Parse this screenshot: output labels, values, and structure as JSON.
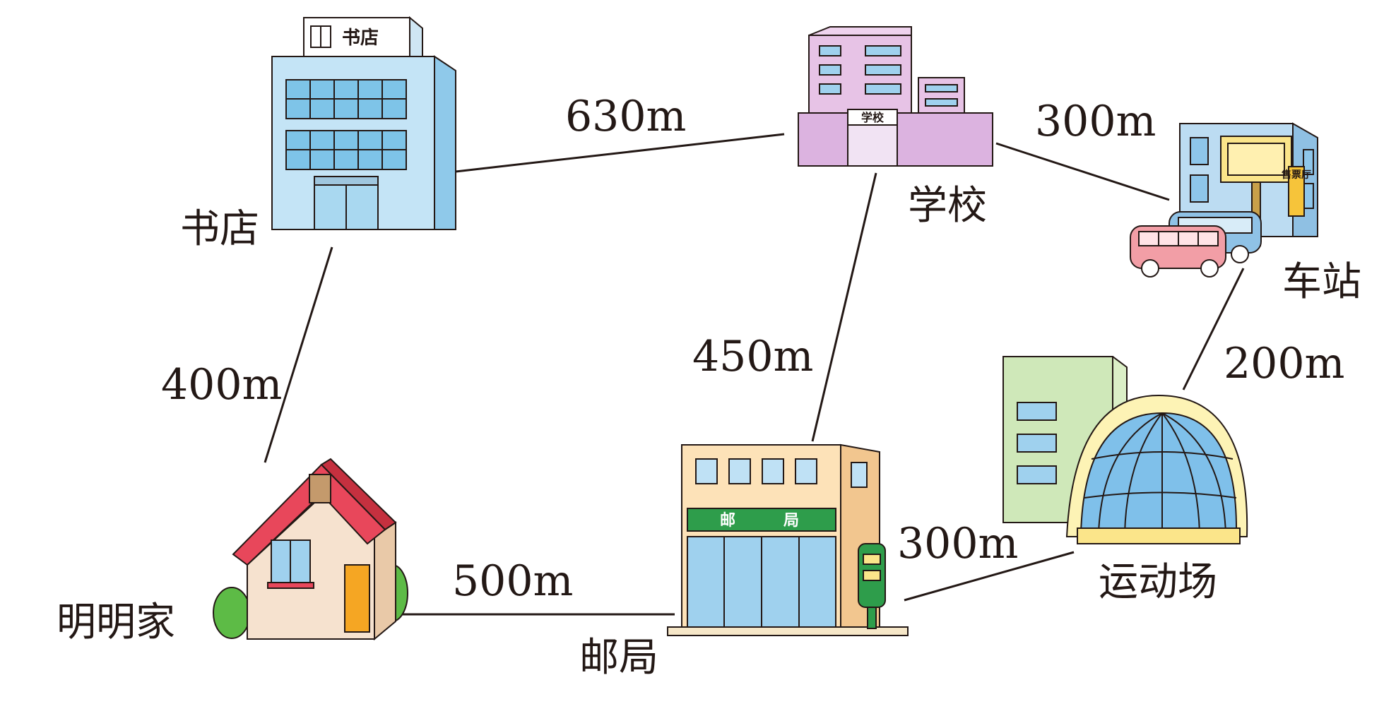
{
  "places": {
    "bookstore": "书店",
    "school": "学校",
    "station": "车站",
    "home": "明明家",
    "post_office": "邮局",
    "stadium": "运动场"
  },
  "signs": {
    "bookstore_sign": "书店",
    "school_sign": "学校",
    "post_office_sign_1": "邮",
    "post_office_sign_2": "局",
    "ticket_hall": "售票厅"
  },
  "distances": {
    "bookstore_school": "630m",
    "school_station": "300m",
    "bookstore_home": "400m",
    "school_post": "450m",
    "station_stadium": "200m",
    "home_post": "500m",
    "post_stadium": "300m"
  }
}
